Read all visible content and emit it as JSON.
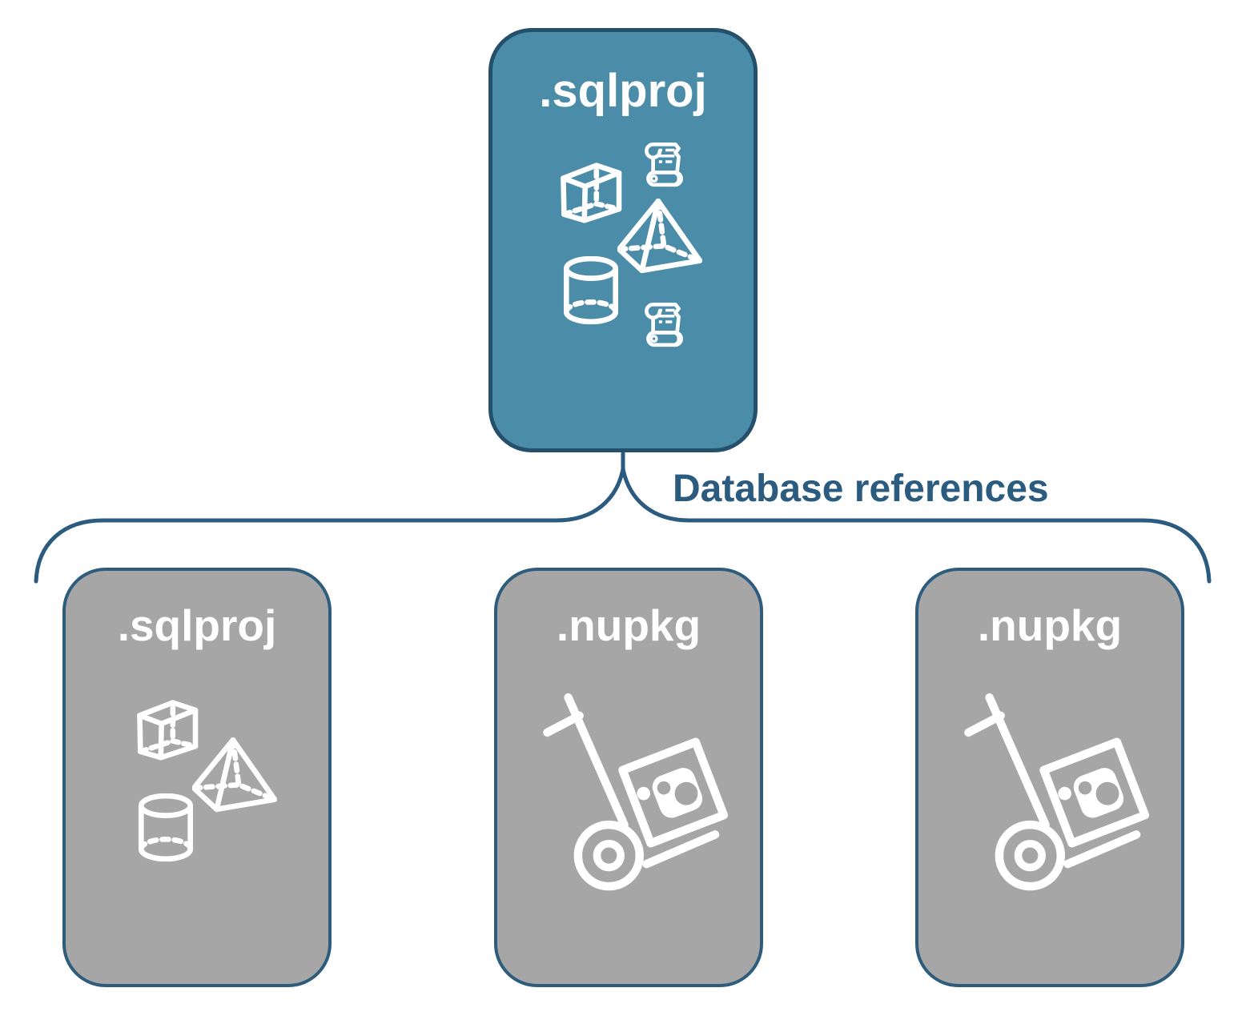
{
  "diagram": {
    "connector_label": "Database references",
    "root": {
      "label": ".sqlproj",
      "icons": [
        "scroll-icon",
        "cube-icon",
        "pyramid-icon",
        "cylinder-icon",
        "scroll-icon"
      ]
    },
    "children": [
      {
        "label": ".sqlproj",
        "icons": [
          "cube-icon",
          "pyramid-icon",
          "cylinder-icon"
        ]
      },
      {
        "label": ".nupkg",
        "icons": [
          "nuget-hand-truck-icon"
        ]
      },
      {
        "label": ".nupkg",
        "icons": [
          "nuget-hand-truck-icon"
        ]
      }
    ],
    "colors": {
      "background": "#ffffff",
      "root_fill": "#4b8ca8",
      "root_border": "#24506b",
      "child_fill": "#a6a6a6",
      "child_border": "#2e5c7c",
      "connector": "#2b5b7e",
      "label_text": "#2b5b7e",
      "icon": "#ffffff"
    }
  }
}
